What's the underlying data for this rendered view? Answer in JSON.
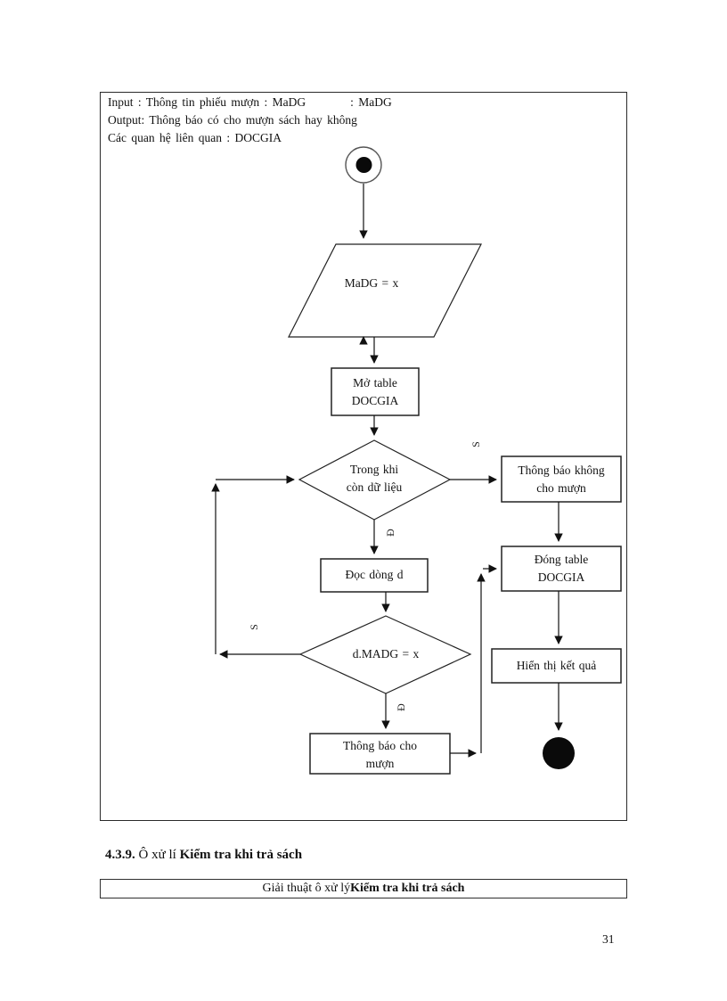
{
  "flowchart": {
    "header": {
      "line1a": "Input : Thông tin phiếu mượn : MaDG",
      "line1b": ": MaDG",
      "line2": "Output: Thông báo có cho mượn sách hay không",
      "line3": "Các quan hệ liên quan : DOCGIA"
    },
    "nodes": {
      "start_input": "MaDG = x",
      "open_table": [
        "Mở table",
        "DOCGIA"
      ],
      "while_loop": [
        "Trong khi",
        "còn dữ liệu"
      ],
      "notify_no_borrow": [
        "Thông báo không",
        "cho mượn"
      ],
      "close_table": [
        "Đóng table",
        "DOCGIA"
      ],
      "show_result": "Hiển thị kết quả",
      "read_row": "Đọc dòng d",
      "compare": "d.MADG = x",
      "notify_borrow": [
        "Thông báo cho",
        "mượn"
      ]
    },
    "branch_labels": {
      "true": "Đ",
      "false": "S"
    }
  },
  "section_heading": {
    "number": "4.3.9.",
    "prefix": " Ô xử lí ",
    "title": "Kiểm tra khi trả sách"
  },
  "algorithm_bar": {
    "prefix": "Giải thuật ô xử lý ",
    "title": "Kiểm tra khi trả sách"
  },
  "page_number": "31"
}
